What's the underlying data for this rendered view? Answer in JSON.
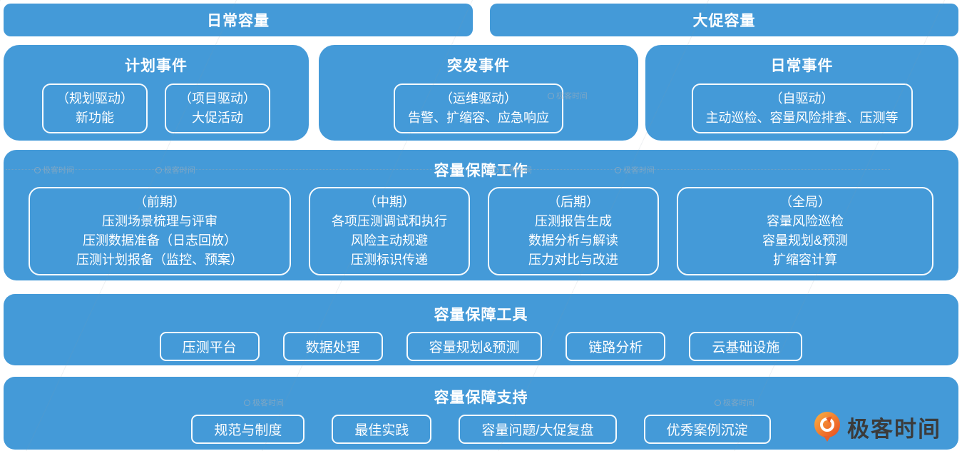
{
  "colors": {
    "primary_blue": "#449ad8",
    "box_border_white": "#ffffff",
    "logo_orange": "#ea5a24",
    "logo_text_gray": "#3b3b3b",
    "watermark_gray": "#a0aeba"
  },
  "banners": [
    {
      "label": "日常容量"
    },
    {
      "label": "大促容量"
    }
  ],
  "event_groups": [
    {
      "title": "计划事件",
      "items": [
        {
          "line1": "（规划驱动）",
          "line2": "新功能"
        },
        {
          "line1": "（项目驱动）",
          "line2": "大促活动"
        }
      ]
    },
    {
      "title": "突发事件",
      "items": [
        {
          "line1": "（运维驱动）",
          "line2": "告警、扩缩容、应急响应"
        }
      ]
    },
    {
      "title": "日常事件",
      "items": [
        {
          "line1": "（自驱动）",
          "line2": "主动巡检、容量风险排查、压测等"
        }
      ]
    }
  ],
  "work_section": {
    "title": "容量保障工作",
    "phases": [
      {
        "lines": [
          "（前期）",
          "压测场景梳理与评审",
          "压测数据准备（日志回放）",
          "压测计划报备（监控、预案）"
        ]
      },
      {
        "lines": [
          "（中期）",
          "各项压测调试和执行",
          "风险主动规避",
          "压测标识传递"
        ]
      },
      {
        "lines": [
          "（后期）",
          "压测报告生成",
          "数据分析与解读",
          "压力对比与改进"
        ]
      },
      {
        "lines": [
          "（全局）",
          "容量风险巡检",
          "容量规划&预测",
          "扩缩容计算"
        ]
      }
    ]
  },
  "tools_section": {
    "title": "容量保障工具",
    "tools": [
      "压测平台",
      "数据处理",
      "容量规划&预测",
      "链路分析",
      "云基础设施"
    ]
  },
  "support_section": {
    "title": "容量保障支持",
    "items": [
      "规范与制度",
      "最佳实践",
      "容量问题/大促复盘",
      "优秀案例沉淀"
    ]
  },
  "logo": {
    "text": "极客时间"
  },
  "watermark": {
    "text": "极客时间"
  }
}
